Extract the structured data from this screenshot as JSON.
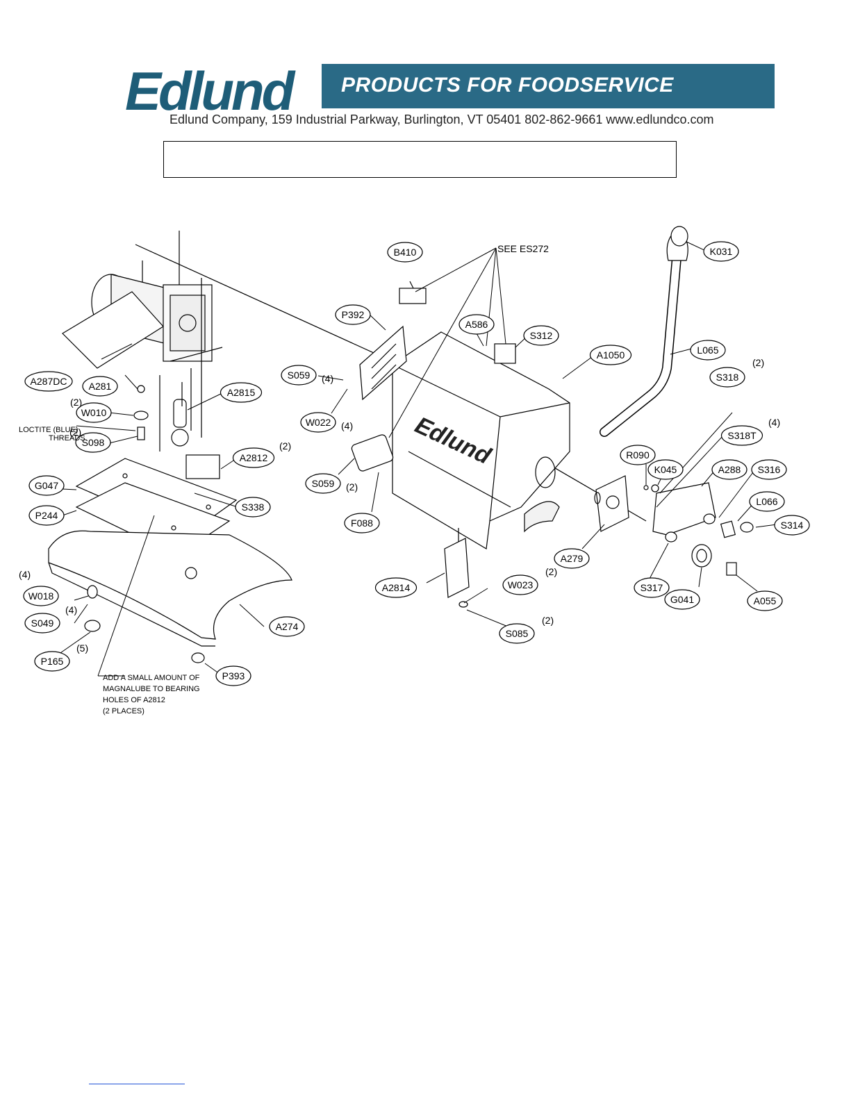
{
  "header": {
    "logo": "Edlund",
    "tagline": "PRODUCTS FOR FOODSERVICE",
    "address": "Edlund Company, 159 Industrial Parkway, Burlington, VT  05401  802-862-9661     www.edlundco.com"
  },
  "title_box": "",
  "notes": {
    "see_es272": "SEE ES272",
    "loctite_1": "LOCTITE (BLUE)",
    "loctite_2": "THREADS",
    "magnalube_1": "ADD A SMALL AMOUNT OF",
    "magnalube_2": "MAGNALUBE TO BEARING",
    "magnalube_3": "HOLES OF A2812",
    "magnalube_4": "(2 PLACES)"
  },
  "parts": [
    {
      "id": "B410",
      "qty": ""
    },
    {
      "id": "K031",
      "qty": ""
    },
    {
      "id": "P392",
      "qty": ""
    },
    {
      "id": "A586",
      "qty": ""
    },
    {
      "id": "S312",
      "qty": ""
    },
    {
      "id": "L065",
      "qty": ""
    },
    {
      "id": "A1050",
      "qty": ""
    },
    {
      "id": "S059",
      "qty": "(4)"
    },
    {
      "id": "W022",
      "qty": "(4)"
    },
    {
      "id": "A287DC",
      "qty": ""
    },
    {
      "id": "A281",
      "qty": ""
    },
    {
      "id": "A2815",
      "qty": ""
    },
    {
      "id": "W010",
      "qty": "(2)"
    },
    {
      "id": "S098",
      "qty": "(2)"
    },
    {
      "id": "A2812",
      "qty": "(2)"
    },
    {
      "id": "S318",
      "qty": "(2)"
    },
    {
      "id": "S318T",
      "qty": "(4)"
    },
    {
      "id": "R090",
      "qty": ""
    },
    {
      "id": "K045",
      "qty": ""
    },
    {
      "id": "A288",
      "qty": ""
    },
    {
      "id": "S316",
      "qty": ""
    },
    {
      "id": "L066",
      "qty": ""
    },
    {
      "id": "S314",
      "qty": ""
    },
    {
      "id": "G047",
      "qty": ""
    },
    {
      "id": "S338",
      "qty": ""
    },
    {
      "id": "P244",
      "qty": ""
    },
    {
      "id": "S059",
      "qty": "(2)"
    },
    {
      "id": "F088",
      "qty": ""
    },
    {
      "id": "A279",
      "qty": ""
    },
    {
      "id": "A2814",
      "qty": ""
    },
    {
      "id": "W023",
      "qty": "(2)"
    },
    {
      "id": "S317",
      "qty": ""
    },
    {
      "id": "G041",
      "qty": ""
    },
    {
      "id": "A055",
      "qty": ""
    },
    {
      "id": "W018",
      "qty": "(4)"
    },
    {
      "id": "S049",
      "qty": "(4)"
    },
    {
      "id": "A274",
      "qty": ""
    },
    {
      "id": "S085",
      "qty": "(2)"
    },
    {
      "id": "P165",
      "qty": "(5)"
    },
    {
      "id": "P393",
      "qty": ""
    }
  ],
  "colors": {
    "brand": "#2a6a86",
    "logo": "#1e5d78",
    "line": "#000000"
  }
}
